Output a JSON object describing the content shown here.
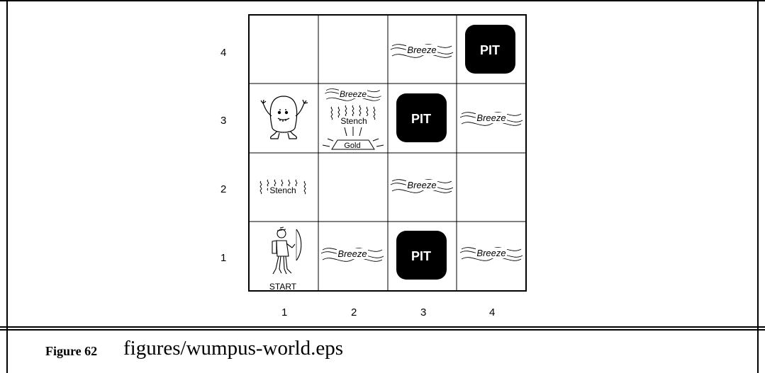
{
  "row_labels": [
    "4",
    "3",
    "2",
    "1"
  ],
  "col_labels": [
    "1",
    "2",
    "3",
    "4"
  ],
  "labels": {
    "breeze": "Breeze",
    "stench": "Stench",
    "pit": "PIT",
    "gold": "Gold",
    "start": "START"
  },
  "caption": {
    "label": "Figure 62",
    "file": "figures/wumpus-world.eps"
  }
}
